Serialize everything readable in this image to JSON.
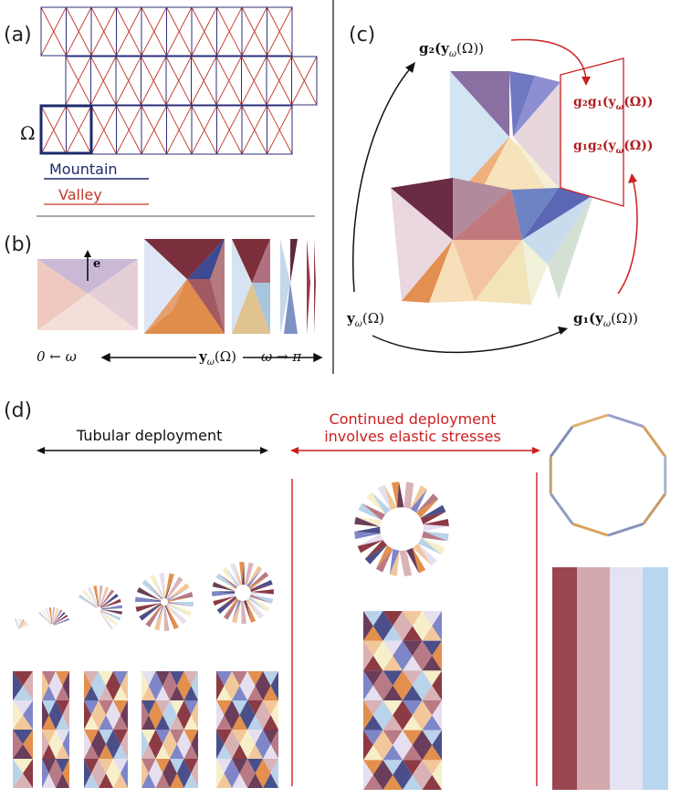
{
  "panels": {
    "a": {
      "label": "(a)",
      "omega": "Ω",
      "legend_mountain": "Mountain",
      "legend_valley": "Valley",
      "colors": {
        "mountain": "#2b2f7a",
        "valley": "#c0392b"
      }
    },
    "b": {
      "label": "(b)",
      "vector": "e",
      "left": "0 ← ω",
      "middle": "y",
      "middle_sub": "ω",
      "middle_arg": "(Ω)",
      "right": "ω → π"
    },
    "c": {
      "label": "(c)",
      "top": "g₂(y",
      "top_tail": "(Ω))",
      "bottom_left": "y",
      "bottom_left_tail": "(Ω)",
      "bottom_right": "g₁(y",
      "bottom_right_tail": "(Ω))",
      "red1": "g₂g₁(y",
      "red1_tail": "(Ω))",
      "red2": "g₁g₂(y",
      "red2_tail": "(Ω))",
      "sub": "ω"
    },
    "d": {
      "label": "(d)",
      "tubular": "Tubular deployment",
      "continued_1": "Continued deployment",
      "continued_2": "involves elastic stresses",
      "colors": {
        "arrow_black": "#111111",
        "arrow_red": "#cc1f1f"
      }
    }
  },
  "palette": [
    "#8c3a44",
    "#b87a84",
    "#d9b2b6",
    "#e6dff0",
    "#b9d3ea",
    "#7e86c8",
    "#4a4f8a",
    "#f2c79a",
    "#e38f4d",
    "#f6efc9",
    "#6a3d5a"
  ]
}
